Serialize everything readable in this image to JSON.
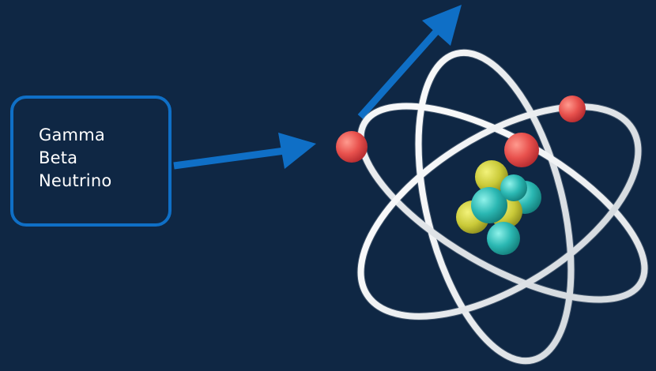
{
  "label_box": {
    "items": [
      "Gamma",
      "Beta",
      "Neutrino"
    ]
  },
  "colors": {
    "background": "#0f2744",
    "accent_blue": "#0f6fc6",
    "label_text": "#ffffff",
    "orbit": "#e9ecef",
    "electron": "#e14b4b",
    "proton": "#c9c938",
    "neutron": "#2bb8b3"
  },
  "icons": {
    "illustration": "atom-icon",
    "incoming_arrow": "arrow-right-icon",
    "outgoing_arrow": "arrow-up-right-icon"
  }
}
